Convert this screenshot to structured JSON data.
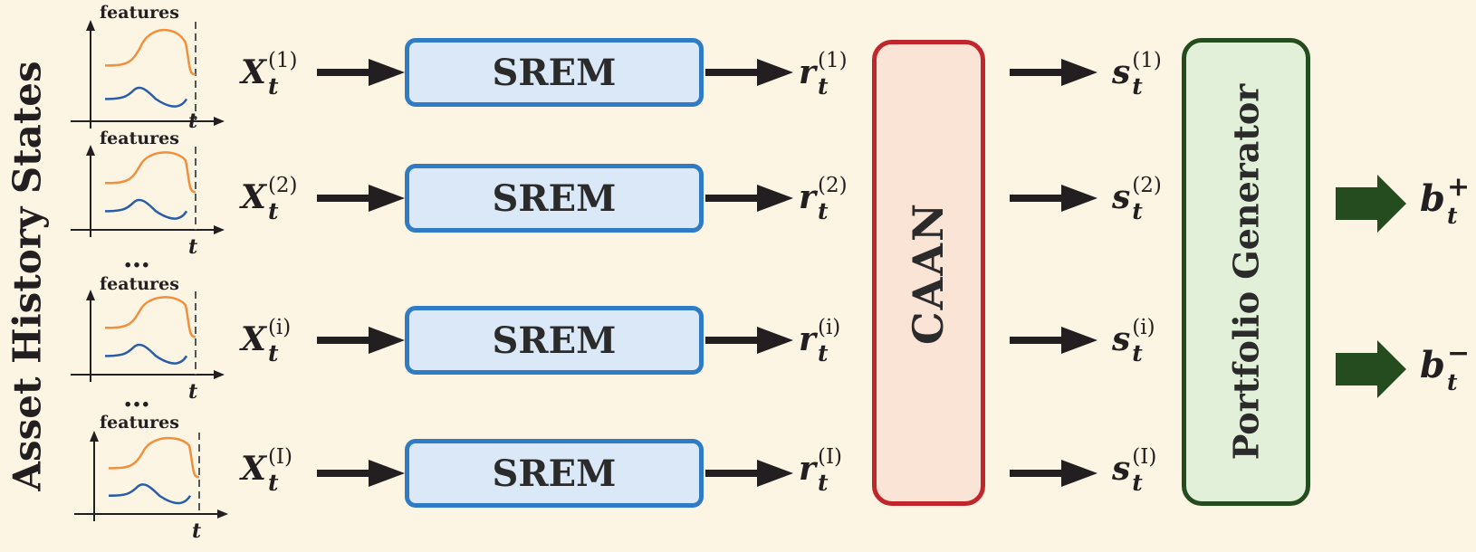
{
  "side_title": "Asset History States",
  "panels": [
    {
      "feature_label": "features",
      "time_label": "t"
    },
    {
      "feature_label": "features",
      "time_label": "t"
    },
    {
      "feature_label": "features",
      "time_label": "t"
    },
    {
      "feature_label": "features",
      "time_label": "t"
    }
  ],
  "ellipsis": "…",
  "rows": [
    {
      "input": {
        "base": "X",
        "sub": "t",
        "sup": "(1)"
      },
      "module": "SREM",
      "repr": {
        "base": "r",
        "sub": "t",
        "sup": "(1)"
      },
      "score": {
        "base": "s",
        "sub": "t",
        "sup": "(1)"
      }
    },
    {
      "input": {
        "base": "X",
        "sub": "t",
        "sup": "(2)"
      },
      "module": "SREM",
      "repr": {
        "base": "r",
        "sub": "t",
        "sup": "(2)"
      },
      "score": {
        "base": "s",
        "sub": "t",
        "sup": "(2)"
      }
    },
    {
      "input": {
        "base": "X",
        "sub": "t",
        "sup": "(i)"
      },
      "module": "SREM",
      "repr": {
        "base": "r",
        "sub": "t",
        "sup": "(i)"
      },
      "score": {
        "base": "s",
        "sub": "t",
        "sup": "(i)"
      }
    },
    {
      "input": {
        "base": "X",
        "sub": "t",
        "sup": "(I)"
      },
      "module": "SREM",
      "repr": {
        "base": "r",
        "sub": "t",
        "sup": "(I)"
      },
      "score": {
        "base": "s",
        "sub": "t",
        "sup": "(I)"
      }
    }
  ],
  "attention_module": "CAAN",
  "generator_module": "Portfolio Generator",
  "outputs": [
    {
      "base": "b",
      "sub": "t",
      "sup": "+"
    },
    {
      "base": "b",
      "sub": "t",
      "sup": "−"
    }
  ],
  "colors": {
    "background": "#fdf5e4",
    "srem_fill": "#dae8f7",
    "srem_border": "#2f7bc4",
    "caan_fill": "#fae4d6",
    "caan_border": "#c0272d",
    "generator_fill": "#e2f0d9",
    "generator_border": "#244c1f",
    "output_arrow": "#244c1f",
    "arrow": "#231f20",
    "feature_line_upper": "#f0903c",
    "feature_line_lower": "#2a5ca8"
  }
}
